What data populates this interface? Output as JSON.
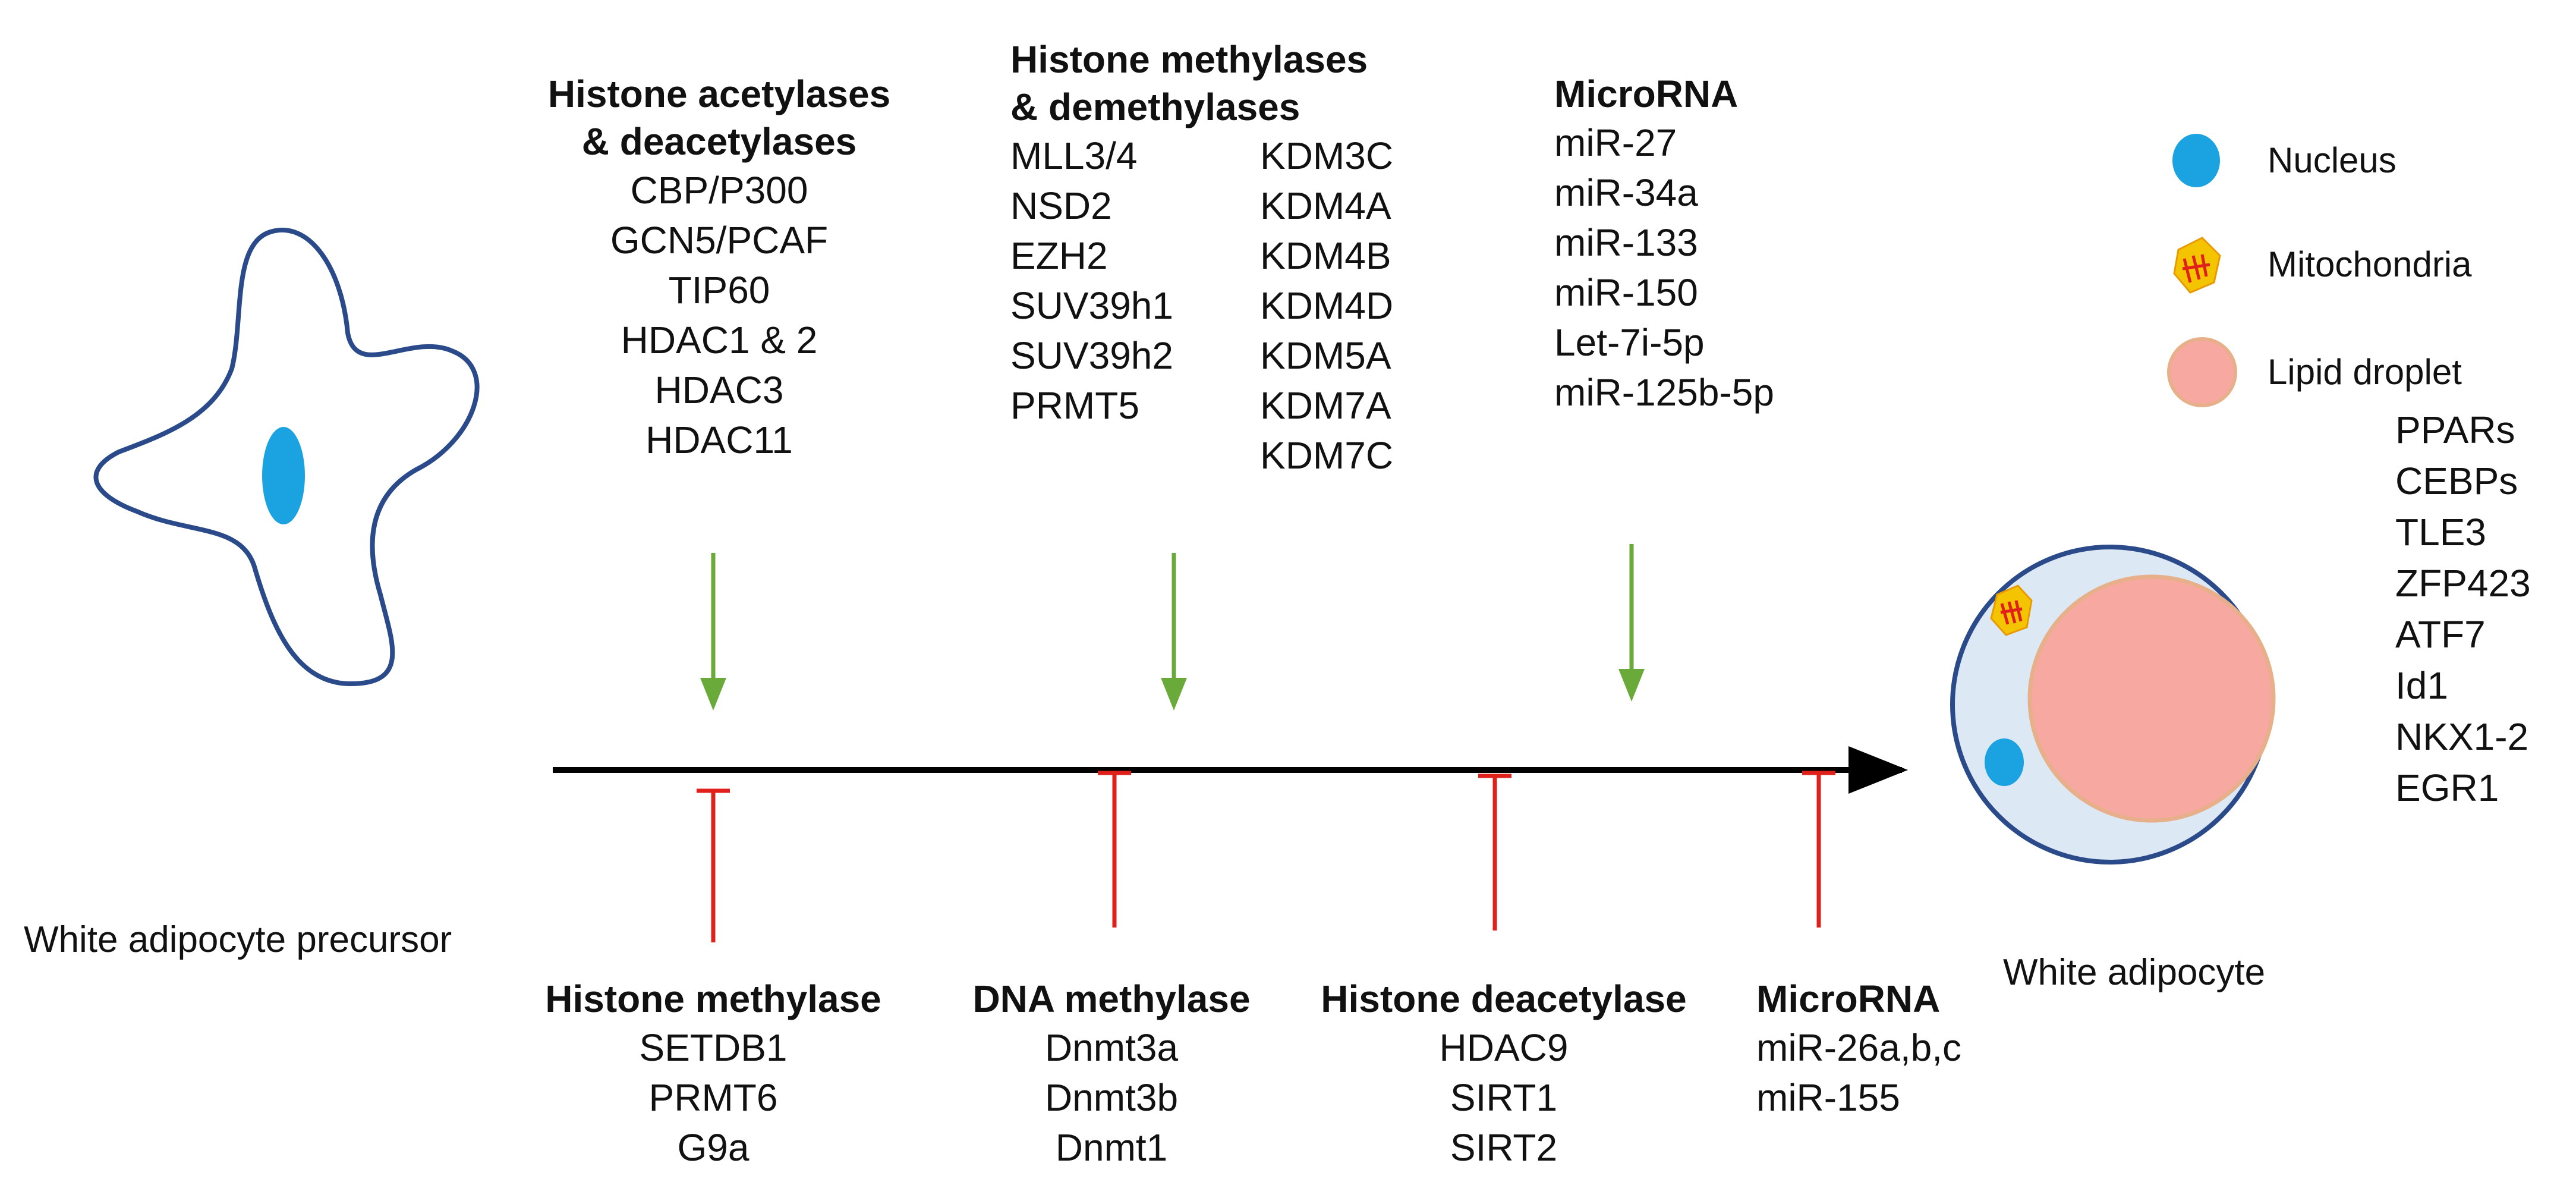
{
  "colors": {
    "activator_arrow": "#6aaa3a",
    "inhibitor_line": "#e0201b",
    "main_arrow": "#000000",
    "cell_outline": "#2a4a8a",
    "nucleus": "#1aa3e0",
    "lipid_fill": "#f7a8a0",
    "lipid_edge": "#e8b08a",
    "adipocyte_fill": "#dde8f5",
    "mitochondria_outer": "#f4c400",
    "mitochondria_inner": "#e0201b"
  },
  "promoters": [
    {
      "title_lines": [
        "Histone acetylases",
        "& deacetylases"
      ],
      "items": [
        "CBP/P300",
        "GCN5/PCAF",
        "TIP60",
        "HDAC1 & 2",
        "HDAC3",
        "HDAC11"
      ]
    },
    {
      "title_lines": [
        "Histone methylases",
        "& demethylases"
      ],
      "items_col1": [
        "MLL3/4",
        "NSD2",
        "EZH2",
        "SUV39h1",
        "SUV39h2",
        "PRMT5"
      ],
      "items_col2": [
        "KDM3C",
        "KDM4A",
        "KDM4B",
        "KDM4D",
        "KDM5A",
        "KDM7A",
        "KDM7C"
      ]
    },
    {
      "title_lines": [
        "MicroRNA"
      ],
      "items": [
        "miR-27",
        "miR-34a",
        "miR-133",
        "miR-150",
        "Let-7i-5p",
        "miR-125b-5p"
      ]
    }
  ],
  "inhibitors": [
    {
      "title": "Histone methylase",
      "items": [
        "SETDB1",
        "PRMT6",
        "G9a"
      ]
    },
    {
      "title": "DNA methylase",
      "items": [
        "Dnmt3a",
        "Dnmt3b",
        "Dnmt1"
      ]
    },
    {
      "title": "Histone deacetylase",
      "items": [
        "HDAC9",
        "SIRT1",
        "SIRT2"
      ]
    },
    {
      "title": "MicroRNA",
      "items": [
        "miR-26a,b,c",
        "miR-155"
      ]
    }
  ],
  "precursor_label": "White adipocyte precursor",
  "adipocyte_label": "White adipocyte",
  "legend": {
    "nucleus": "Nucleus",
    "mitochondria": "Mitochondria",
    "lipid": "Lipid droplet"
  },
  "markers": [
    "PPARs",
    "CEBPs",
    "TLE3",
    "ZFP423",
    "ATF7",
    "Id1",
    "NKX1-2",
    "EGR1"
  ]
}
